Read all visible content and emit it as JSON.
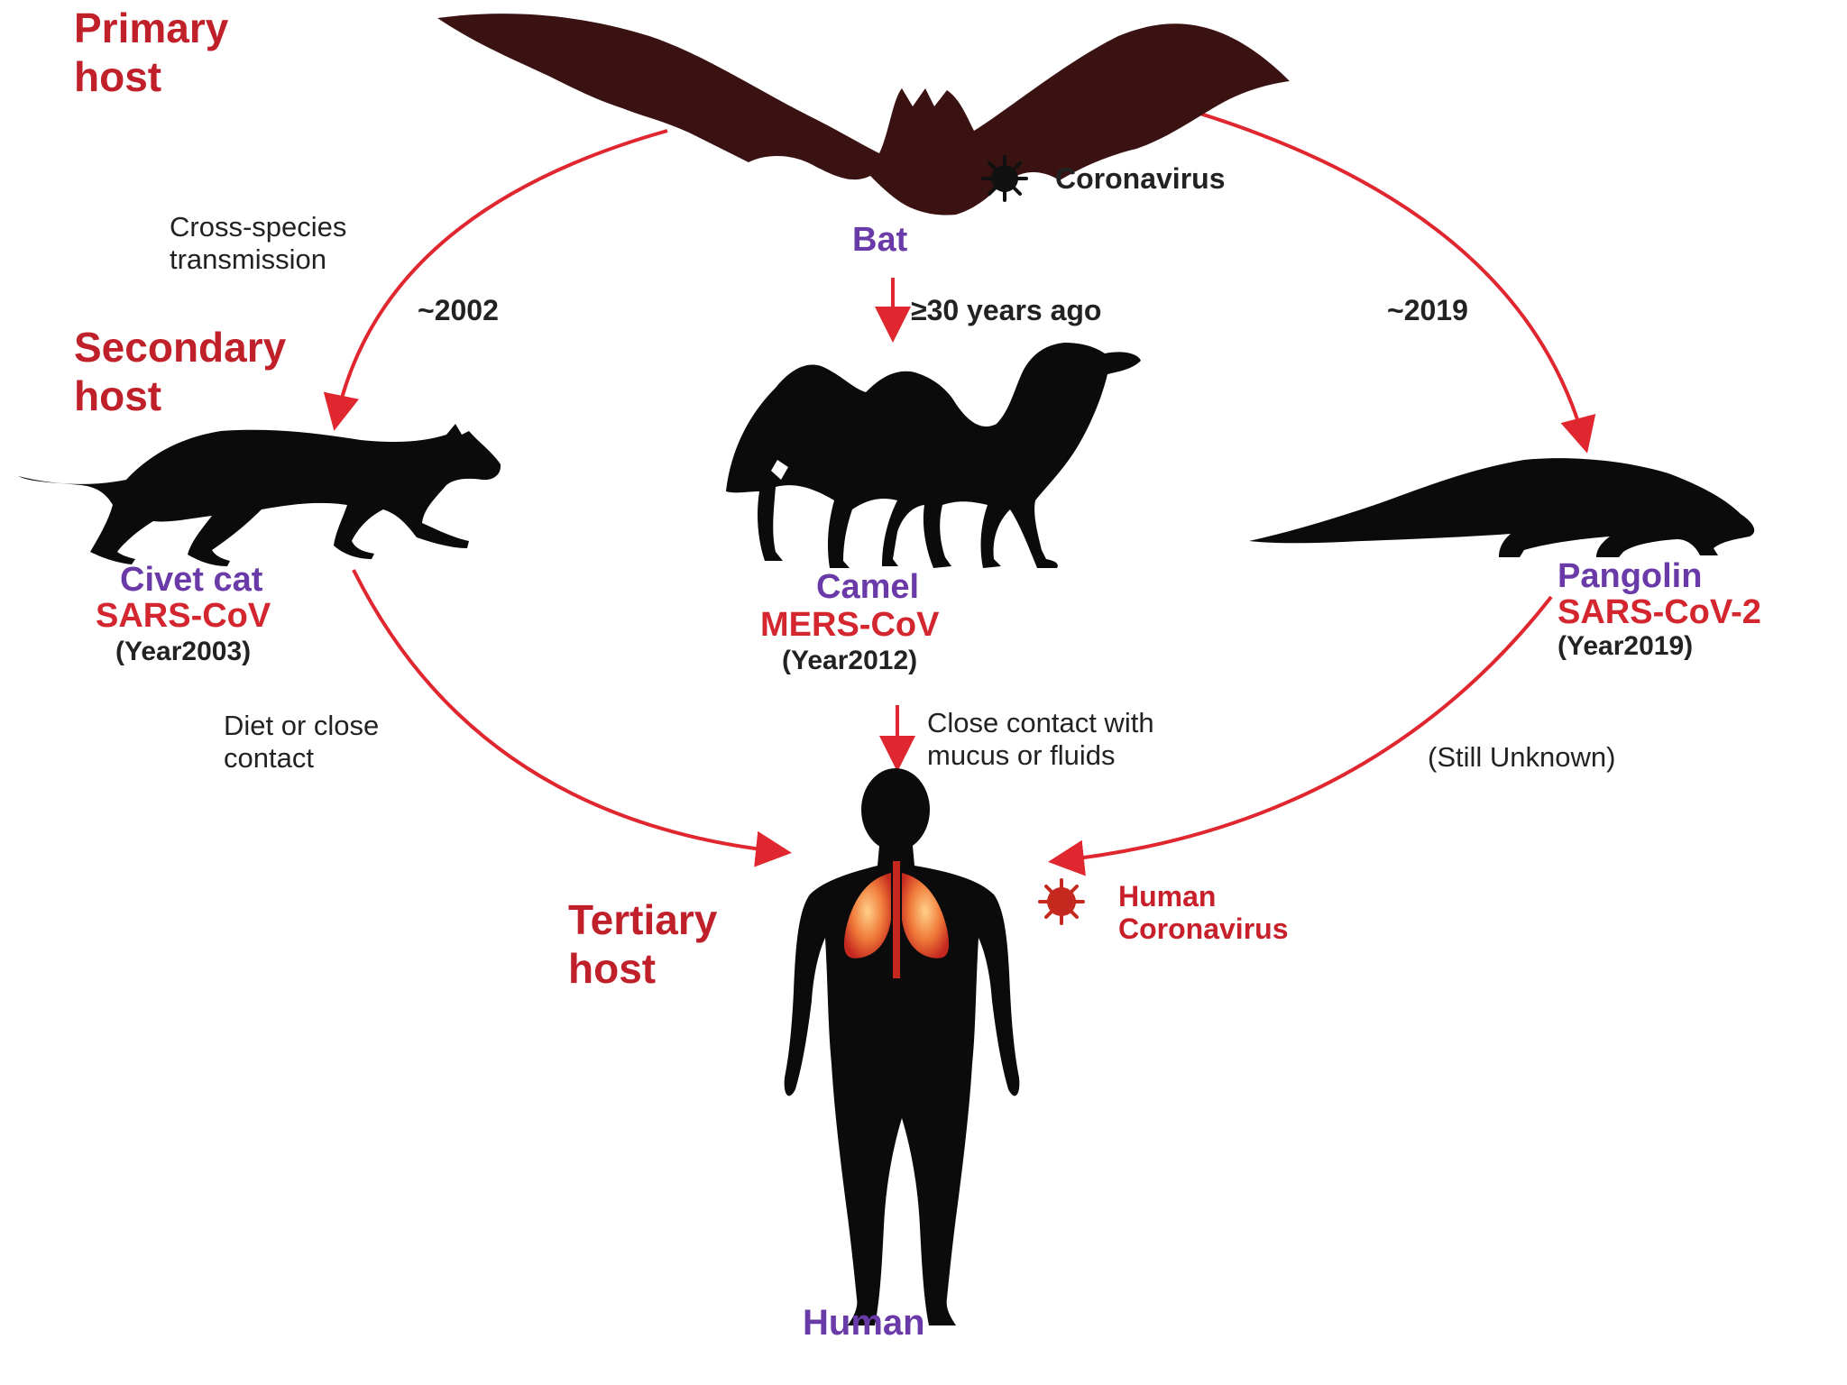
{
  "hosts": {
    "primary": [
      "Primary",
      "host"
    ],
    "secondary": [
      "Secondary",
      "host"
    ],
    "tertiary": [
      "Tertiary",
      "host"
    ]
  },
  "bat": {
    "virus_label": "Coronavirus",
    "name": "Bat"
  },
  "routes": {
    "left": {
      "label_lines": [
        "Cross-species",
        "transmission"
      ],
      "time": "~2002"
    },
    "center": {
      "time": "≥30 years ago"
    },
    "right": {
      "time": "~2019"
    }
  },
  "civet": {
    "name": "Civet cat",
    "virus": "SARS-CoV",
    "year": "(Year2003)",
    "transmission_lines": [
      "Diet or close",
      "contact"
    ]
  },
  "camel": {
    "name": "Camel",
    "virus": "MERS-CoV",
    "year": "(Year2012)",
    "transmission_lines": [
      "Close contact with",
      "mucus or fluids"
    ]
  },
  "pangolin": {
    "name": "Pangolin",
    "virus": "SARS-CoV-2",
    "year": "(Year2019)",
    "transmission": "(Still Unknown)"
  },
  "human": {
    "name": "Human",
    "virus_lines": [
      "Human",
      "Coronavirus"
    ]
  },
  "colors": {
    "arrow": "#e0262e",
    "silhouette": "#0b0b0b",
    "bat": "#3b1212",
    "host_label": "#c0202a",
    "animal_label": "#6a3aa8"
  }
}
